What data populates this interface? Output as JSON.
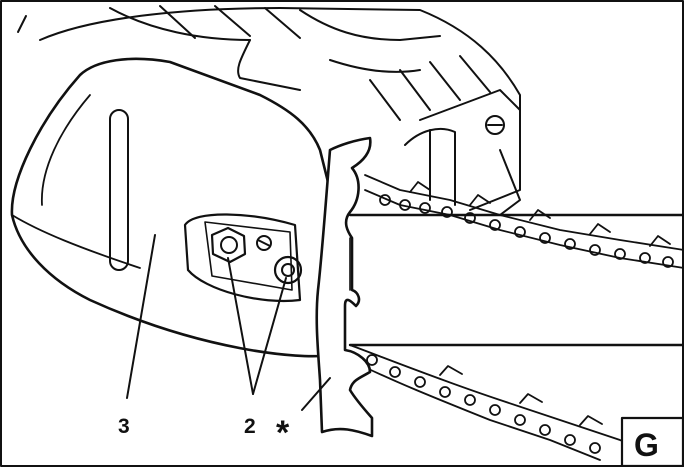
{
  "figure": {
    "callouts": [
      {
        "id": "cover",
        "text": "3"
      },
      {
        "id": "nuts",
        "text": "2"
      },
      {
        "id": "tool",
        "text": "*"
      }
    ],
    "figure_label": "G"
  },
  "colors": {
    "line": "#111111",
    "background": "#ffffff"
  }
}
